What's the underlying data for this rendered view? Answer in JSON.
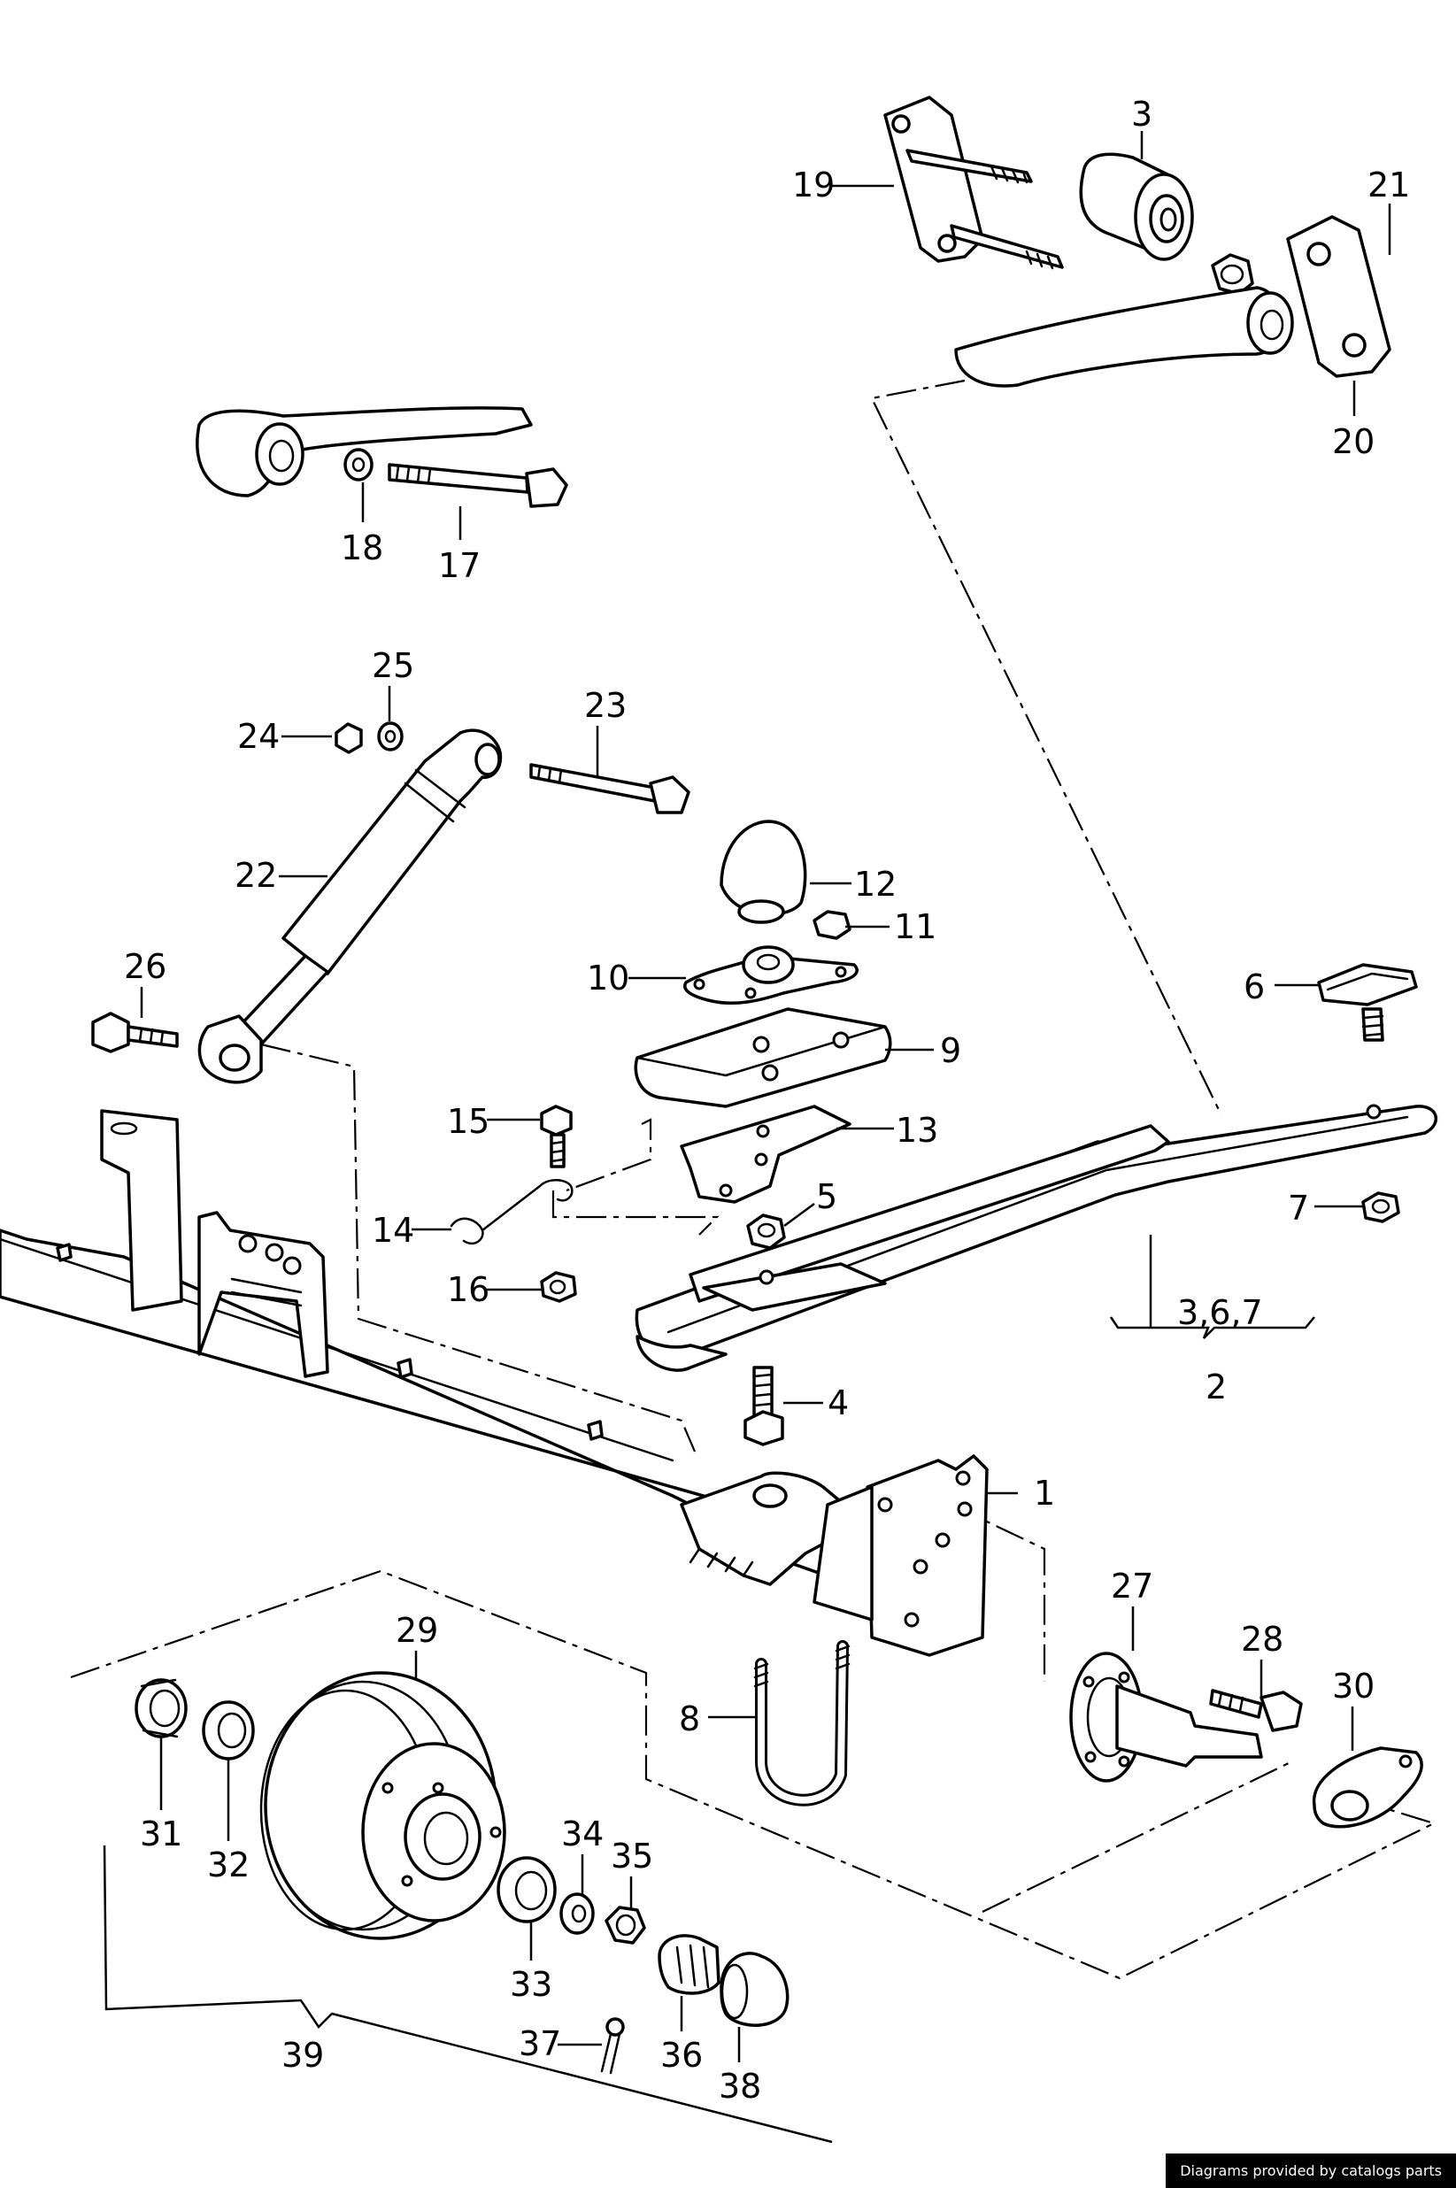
{
  "callouts": [
    {
      "id": "c1",
      "text": "1"
    },
    {
      "id": "c2",
      "text": "2"
    },
    {
      "id": "c367",
      "text": "3,6,7"
    },
    {
      "id": "c3",
      "text": "3"
    },
    {
      "id": "c4",
      "text": "4"
    },
    {
      "id": "c5",
      "text": "5"
    },
    {
      "id": "c6",
      "text": "6"
    },
    {
      "id": "c7",
      "text": "7"
    },
    {
      "id": "c8",
      "text": "8"
    },
    {
      "id": "c9",
      "text": "9"
    },
    {
      "id": "c10",
      "text": "10"
    },
    {
      "id": "c11",
      "text": "11"
    },
    {
      "id": "c12",
      "text": "12"
    },
    {
      "id": "c13",
      "text": "13"
    },
    {
      "id": "c14",
      "text": "14"
    },
    {
      "id": "c15",
      "text": "15"
    },
    {
      "id": "c16",
      "text": "16"
    },
    {
      "id": "c17",
      "text": "17"
    },
    {
      "id": "c18",
      "text": "18"
    },
    {
      "id": "c19",
      "text": "19"
    },
    {
      "id": "c20",
      "text": "20"
    },
    {
      "id": "c21",
      "text": "21"
    },
    {
      "id": "c22",
      "text": "22"
    },
    {
      "id": "c23",
      "text": "23"
    },
    {
      "id": "c24",
      "text": "24"
    },
    {
      "id": "c25",
      "text": "25"
    },
    {
      "id": "c26",
      "text": "26"
    },
    {
      "id": "c27",
      "text": "27"
    },
    {
      "id": "c28",
      "text": "28"
    },
    {
      "id": "c29",
      "text": "29"
    },
    {
      "id": "c30",
      "text": "30"
    },
    {
      "id": "c31",
      "text": "31"
    },
    {
      "id": "c32",
      "text": "32"
    },
    {
      "id": "c33",
      "text": "33"
    },
    {
      "id": "c34",
      "text": "34"
    },
    {
      "id": "c35",
      "text": "35"
    },
    {
      "id": "c36",
      "text": "36"
    },
    {
      "id": "c37",
      "text": "37"
    },
    {
      "id": "c38",
      "text": "38"
    },
    {
      "id": "c39",
      "text": "39"
    }
  ],
  "credit": "Diagrams provided by catalogs parts"
}
